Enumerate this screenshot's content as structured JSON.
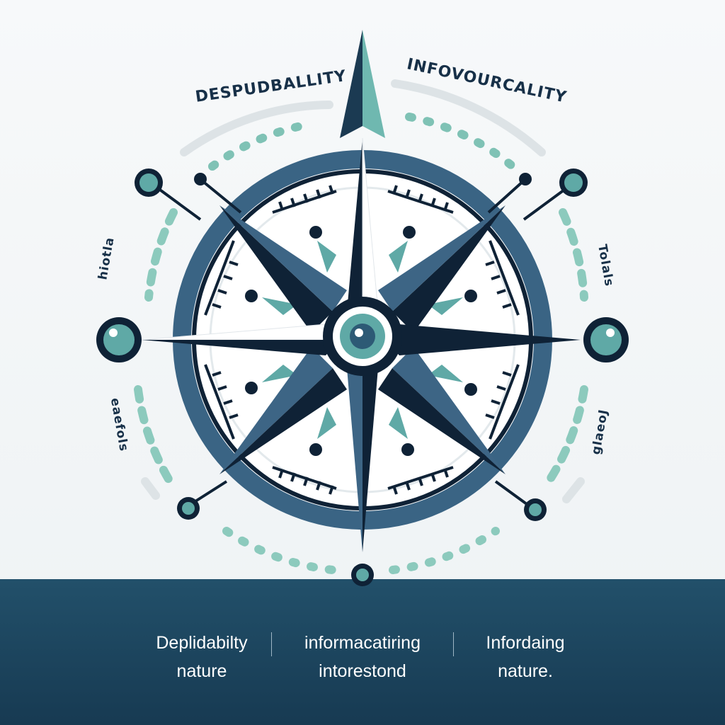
{
  "top_labels": {
    "left": "DESPUDBALLITY",
    "right": "INFOVOURCALITY"
  },
  "side_labels": {
    "left_upper": "hiotla",
    "left_lower": "eaefols",
    "right_upper": "Tolals",
    "right_lower": "glaeoJ"
  },
  "bottom_columns": [
    {
      "line1": "Deplidabilty",
      "line2": "nature"
    },
    {
      "line1": "informacatiring",
      "line2": "intorestond"
    },
    {
      "line1": "Infordaing",
      "line2": "nature."
    }
  ],
  "colors": {
    "navy": "#0f2236",
    "steel": "#3d6585",
    "teal": "#6fb8b0",
    "band": "#1d4761"
  }
}
